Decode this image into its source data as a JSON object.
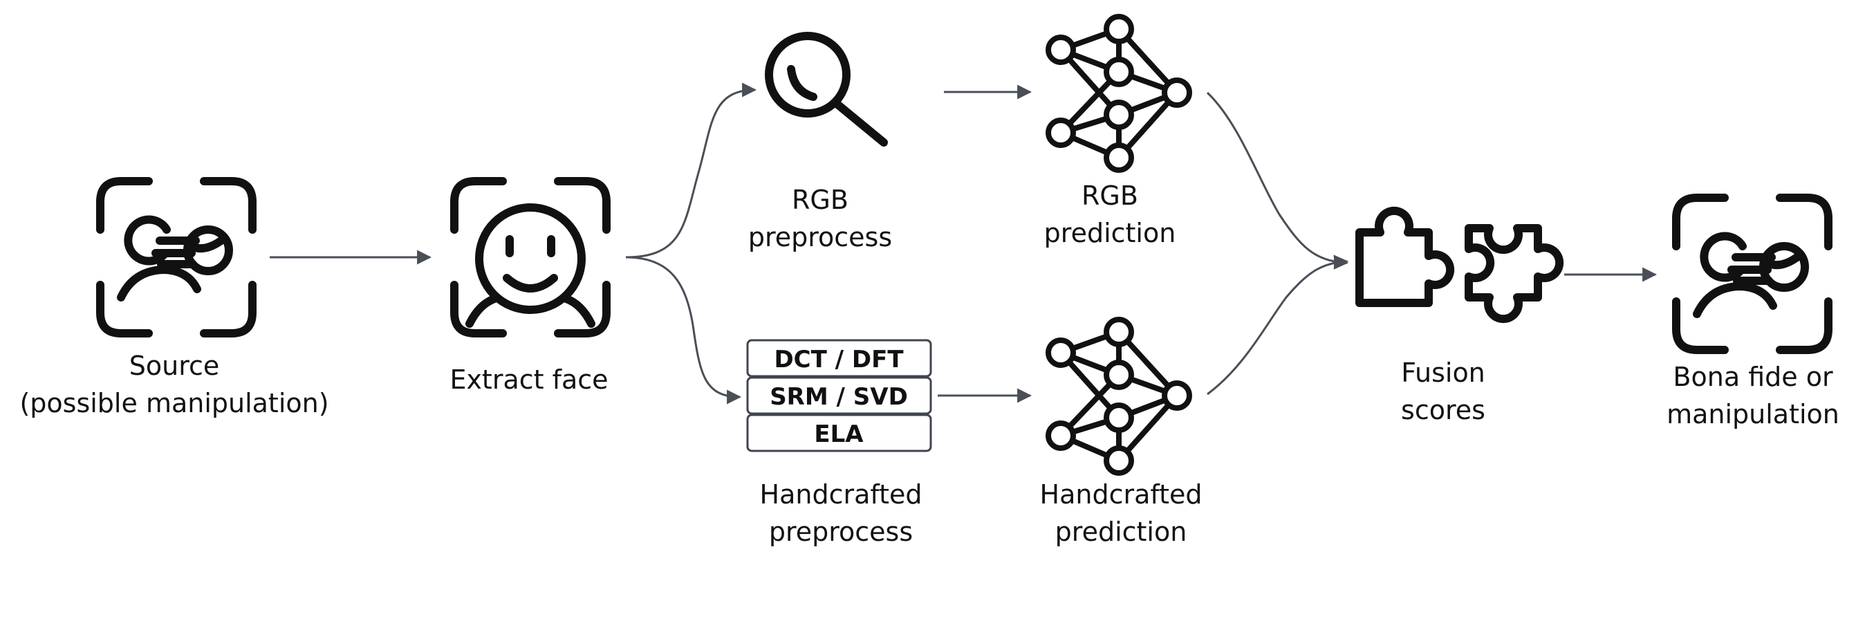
{
  "labels": {
    "source_line1": "Source",
    "source_line2": "(possible manipulation)",
    "extract_face": "Extract face",
    "rgb_pre_line1": "RGB",
    "rgb_pre_line2": "preprocess",
    "rgb_pred_line1": "RGB",
    "rgb_pred_line2": "prediction",
    "hand_pre_line1": "Handcrafted",
    "hand_pre_line2": "preprocess",
    "hand_pred_line1": "Handcrafted",
    "hand_pred_line2": "prediction",
    "fusion_line1": "Fusion",
    "fusion_line2": "scores",
    "output_line1": "Bona fide or",
    "output_line2": "manipulation"
  },
  "feature_boxes": [
    "DCT / DFT",
    "SRM / SVD",
    "ELA"
  ],
  "icons": {
    "source": "face-manipulation-scan-icon",
    "extract": "face-scan-icon",
    "rgb_preprocess": "magnifier-icon",
    "network": "neural-network-icon",
    "fusion": "puzzle-pieces-icon",
    "output": "face-manipulation-scan-icon"
  },
  "colors": {
    "icon": "#111111",
    "arrow": "#4a4f57",
    "box_border": "#3f454d"
  }
}
